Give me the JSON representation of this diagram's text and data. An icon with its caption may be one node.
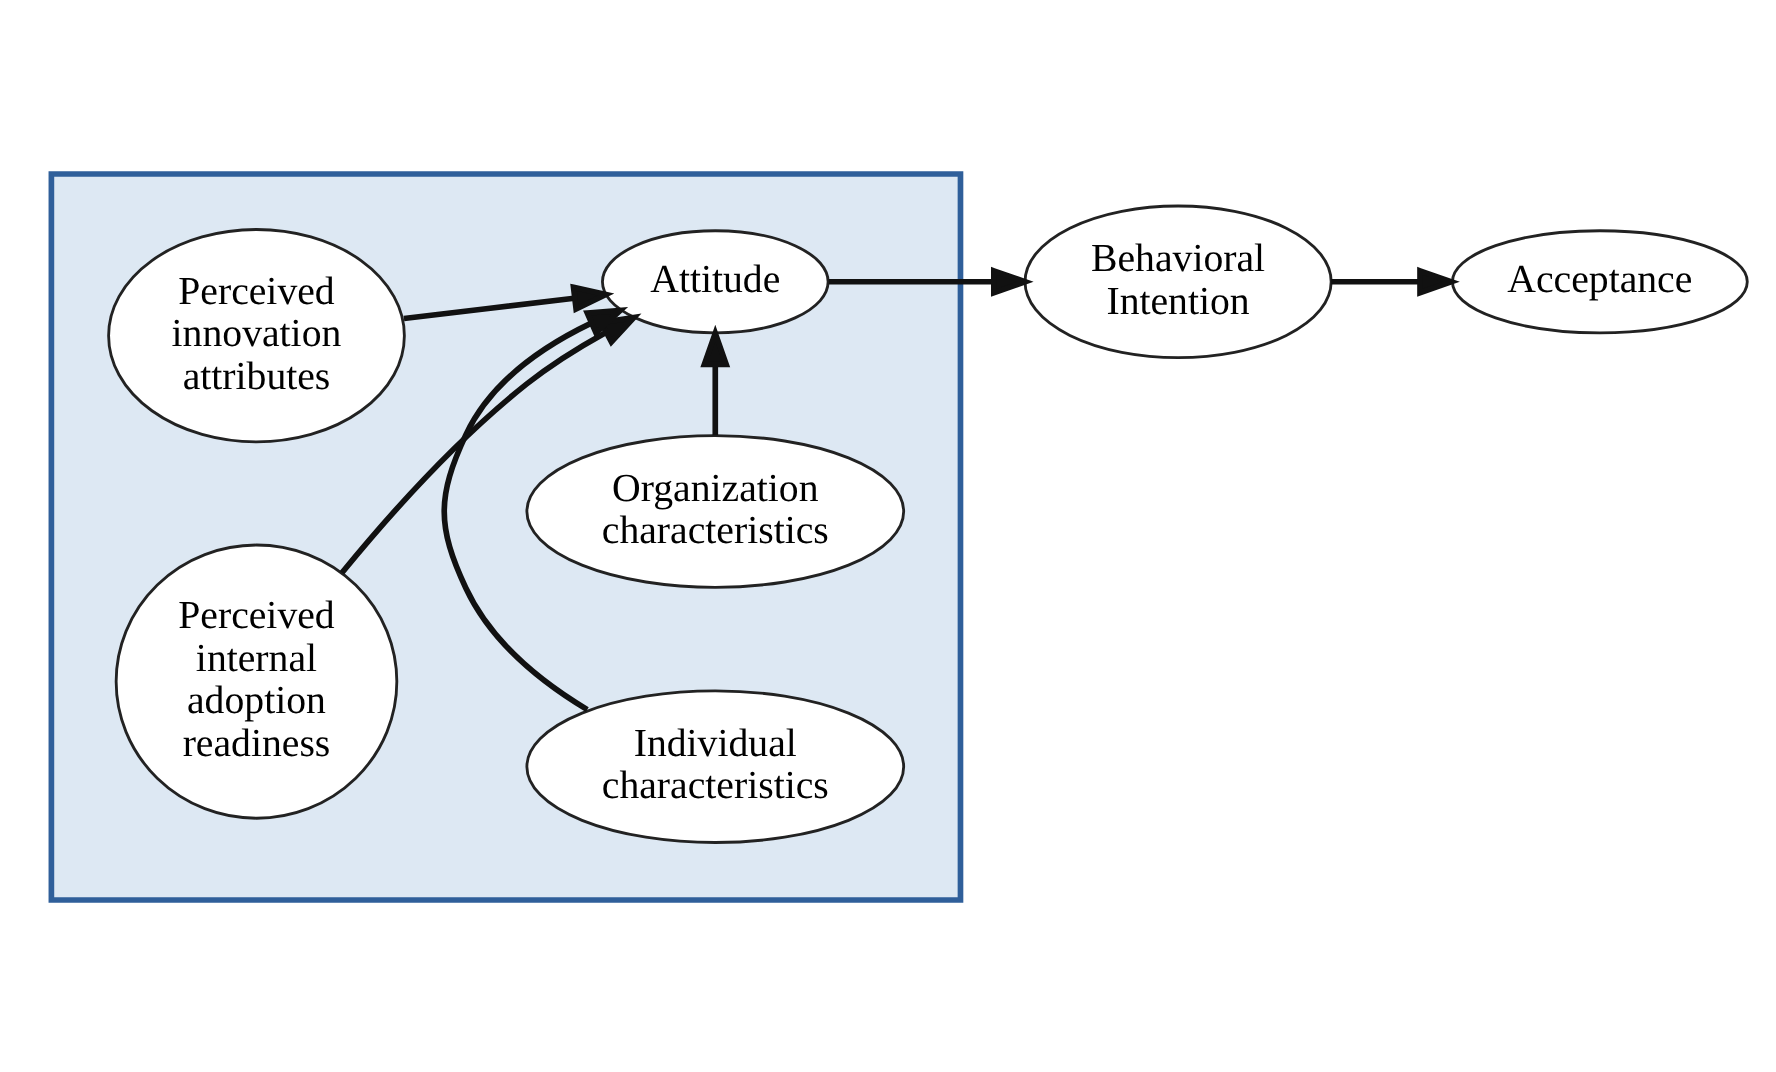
{
  "diagram": {
    "nodes": [
      {
        "text": [],
        "shape": "box"
      },
      {
        "text": [
          "Organization characteristics"
        ],
        "in": 0
      },
      {
        "text": [
          "Perceived innovation attributes"
        ],
        "in": 0
      },
      {
        "text": [
          "Attitude"
        ],
        "in": 0
      },
      {
        "text": [
          "Perceived internal adoption readiness"
        ],
        "in": 0
      },
      {
        "text": [
          "Individual characteristics"
        ],
        "in": 0
      },
      {
        "text": [
          "Behavioral Intention"
        ]
      },
      {
        "text": [
          "Acceptance"
        ]
      }
    ],
    "edges": [
      {
        "from": 1,
        "to": 3,
        "arrow": "to"
      },
      {
        "from": 2,
        "to": 3,
        "arrow": "to"
      },
      {
        "from": 4,
        "to": 3,
        "arrow": "to"
      },
      {
        "from": 5,
        "to": 3,
        "arrow": "to"
      },
      {
        "from": 3,
        "to": 6,
        "arrow": "to"
      },
      {
        "from": 6,
        "to": 7,
        "arrow": "to"
      }
    ]
  }
}
